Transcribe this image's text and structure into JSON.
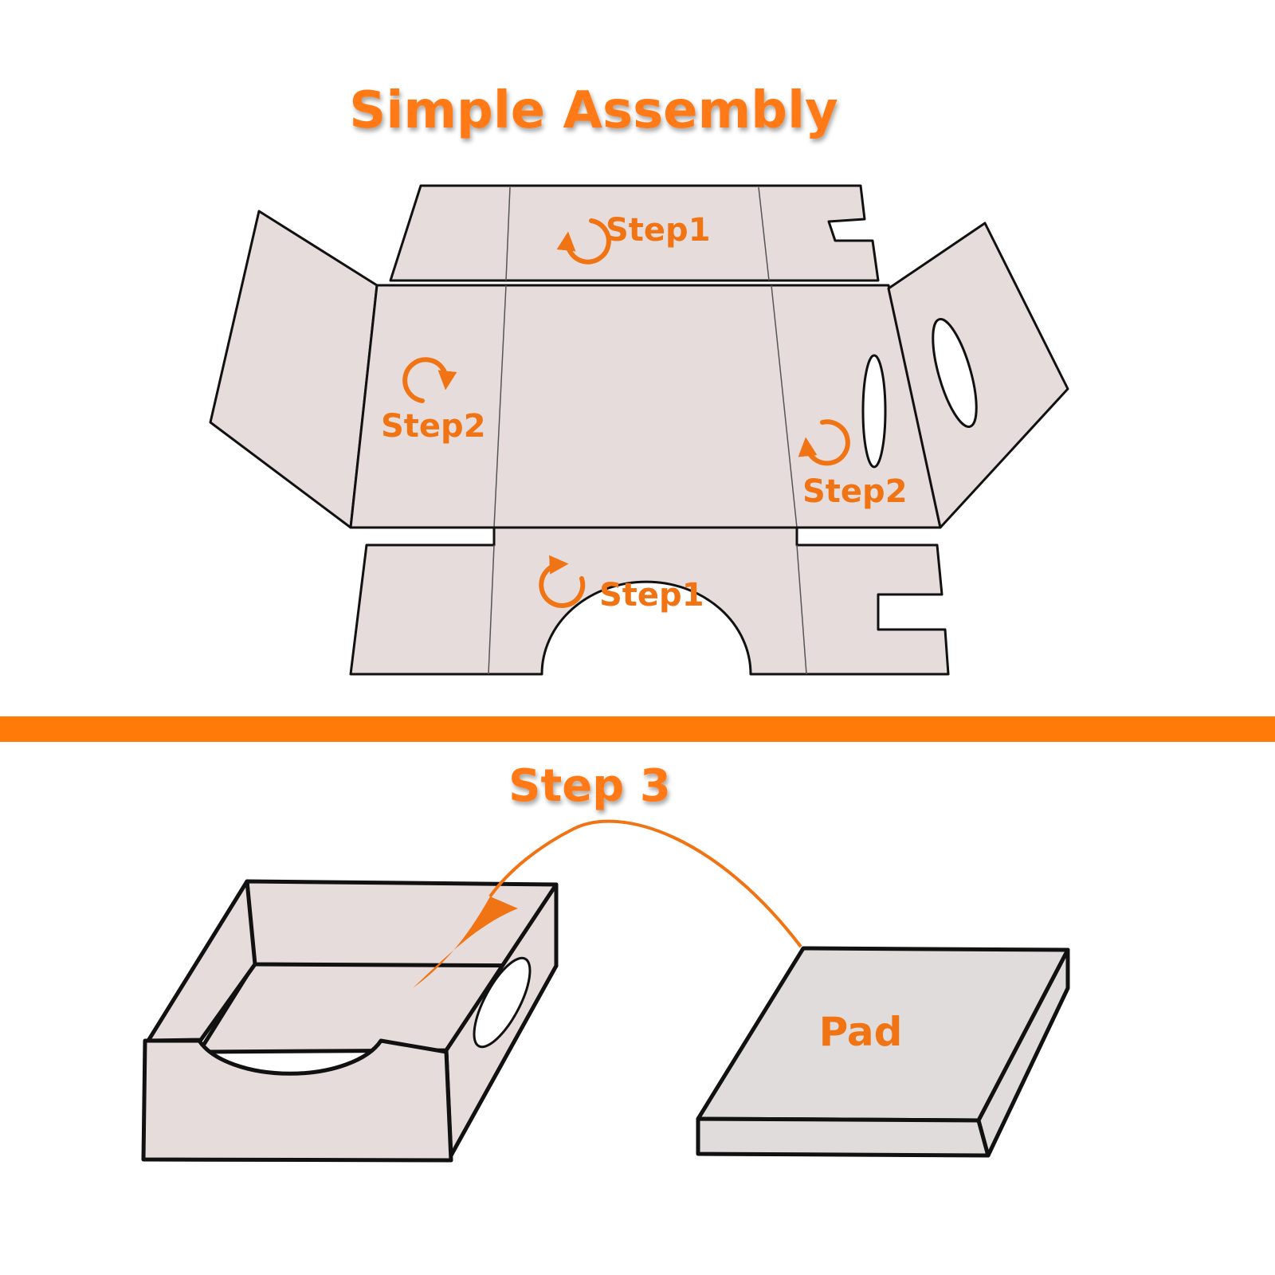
{
  "title": "Simple Assembly",
  "step3_title": "Step 3",
  "colors": {
    "accent": "#ff7a12",
    "panel": "#e6dcdc",
    "divider": "#ff7a08"
  },
  "labels": {
    "top_flap": "Step1",
    "left_side": "Step2",
    "right_side": "Step2",
    "bottom_flap": "Step1",
    "pad": "Pad"
  },
  "icons": {
    "top_flap": "rotate-arrow-icon",
    "left_side": "rotate-arrow-icon",
    "right_side": "rotate-arrow-icon",
    "bottom_flap": "rotate-arrow-icon"
  }
}
